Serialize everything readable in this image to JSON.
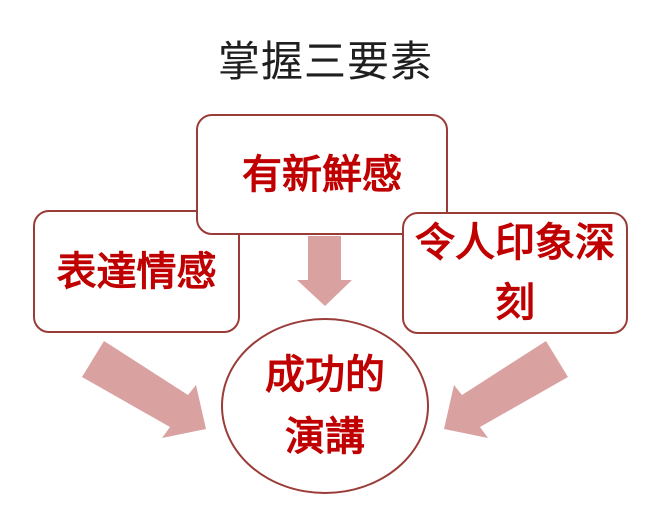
{
  "title": "掌握三要素",
  "diagram": {
    "boxes": [
      {
        "id": "top",
        "label": "有新鮮感"
      },
      {
        "id": "left",
        "label": "表達情感"
      },
      {
        "id": "right",
        "label": "令人印象深刻"
      }
    ],
    "center": {
      "lines": [
        "成功的",
        "演講"
      ]
    },
    "arrows": [
      {
        "name": "arrow-top-to-center",
        "direction": "down"
      },
      {
        "name": "arrow-left-to-center",
        "direction": "down-right"
      },
      {
        "name": "arrow-right-to-center",
        "direction": "down-left"
      }
    ]
  },
  "colors": {
    "bg": "#ffffff",
    "border": "#9a3c38",
    "text": "#c00000",
    "arrow": "#d9a2a0",
    "title": "#1f1f1f"
  }
}
